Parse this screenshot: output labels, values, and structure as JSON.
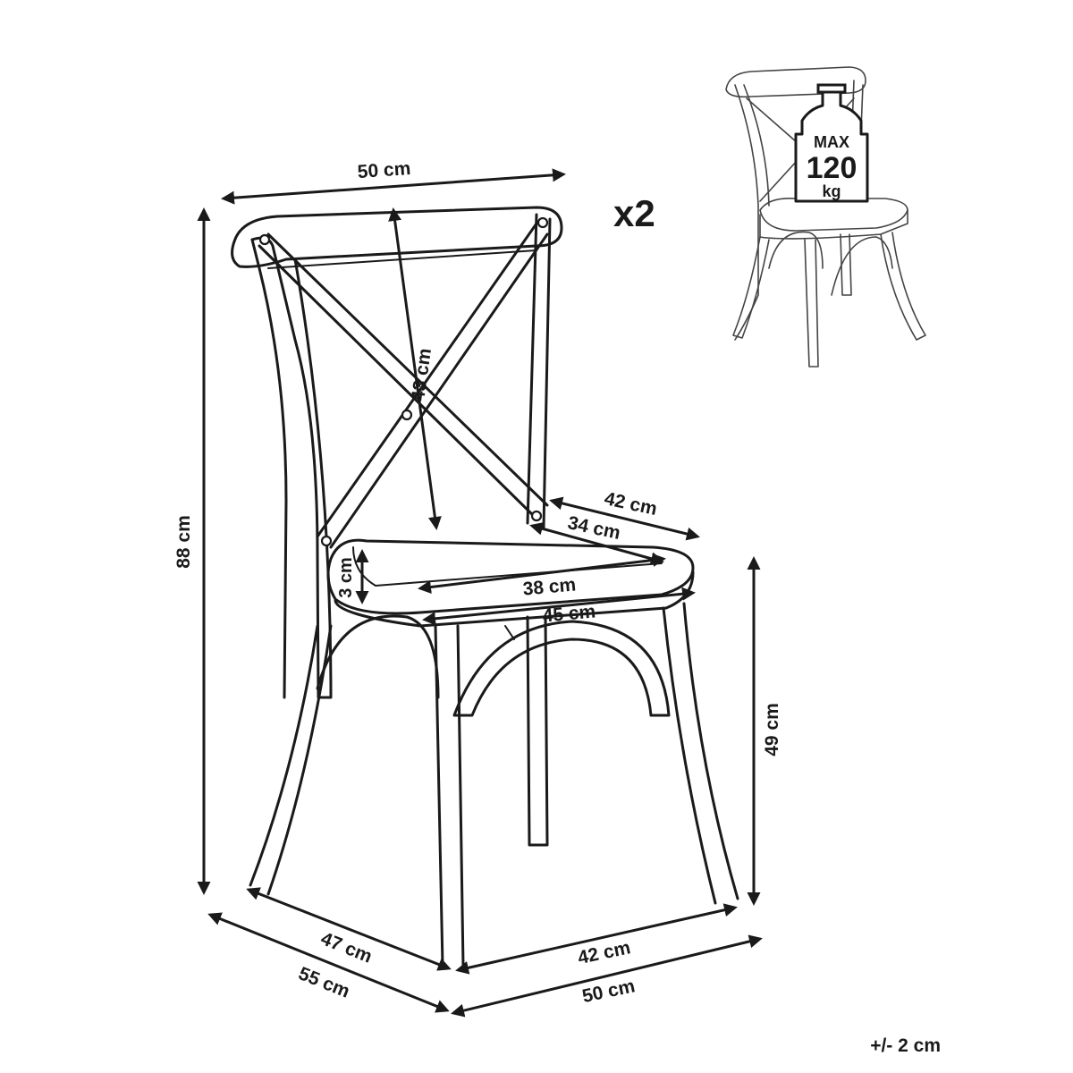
{
  "quantity": "x2",
  "weight_badge": {
    "line1": "MAX",
    "line2": "120",
    "line3": "kg"
  },
  "tolerance": "+/- 2 cm",
  "dimensions": {
    "top_width": "50 cm",
    "height_total": "88 cm",
    "back_height": "43 cm",
    "seat_depth_outer": "42 cm",
    "seat_depth_inner": "34 cm",
    "seat_width_inner": "38 cm",
    "seat_width_outer": "45 cm",
    "seat_thickness": "3 cm",
    "seat_height": "49 cm",
    "base_depth_inner": "47 cm",
    "base_depth_outer": "55 cm",
    "base_width_inner": "42 cm",
    "base_width_outer": "50 cm"
  }
}
